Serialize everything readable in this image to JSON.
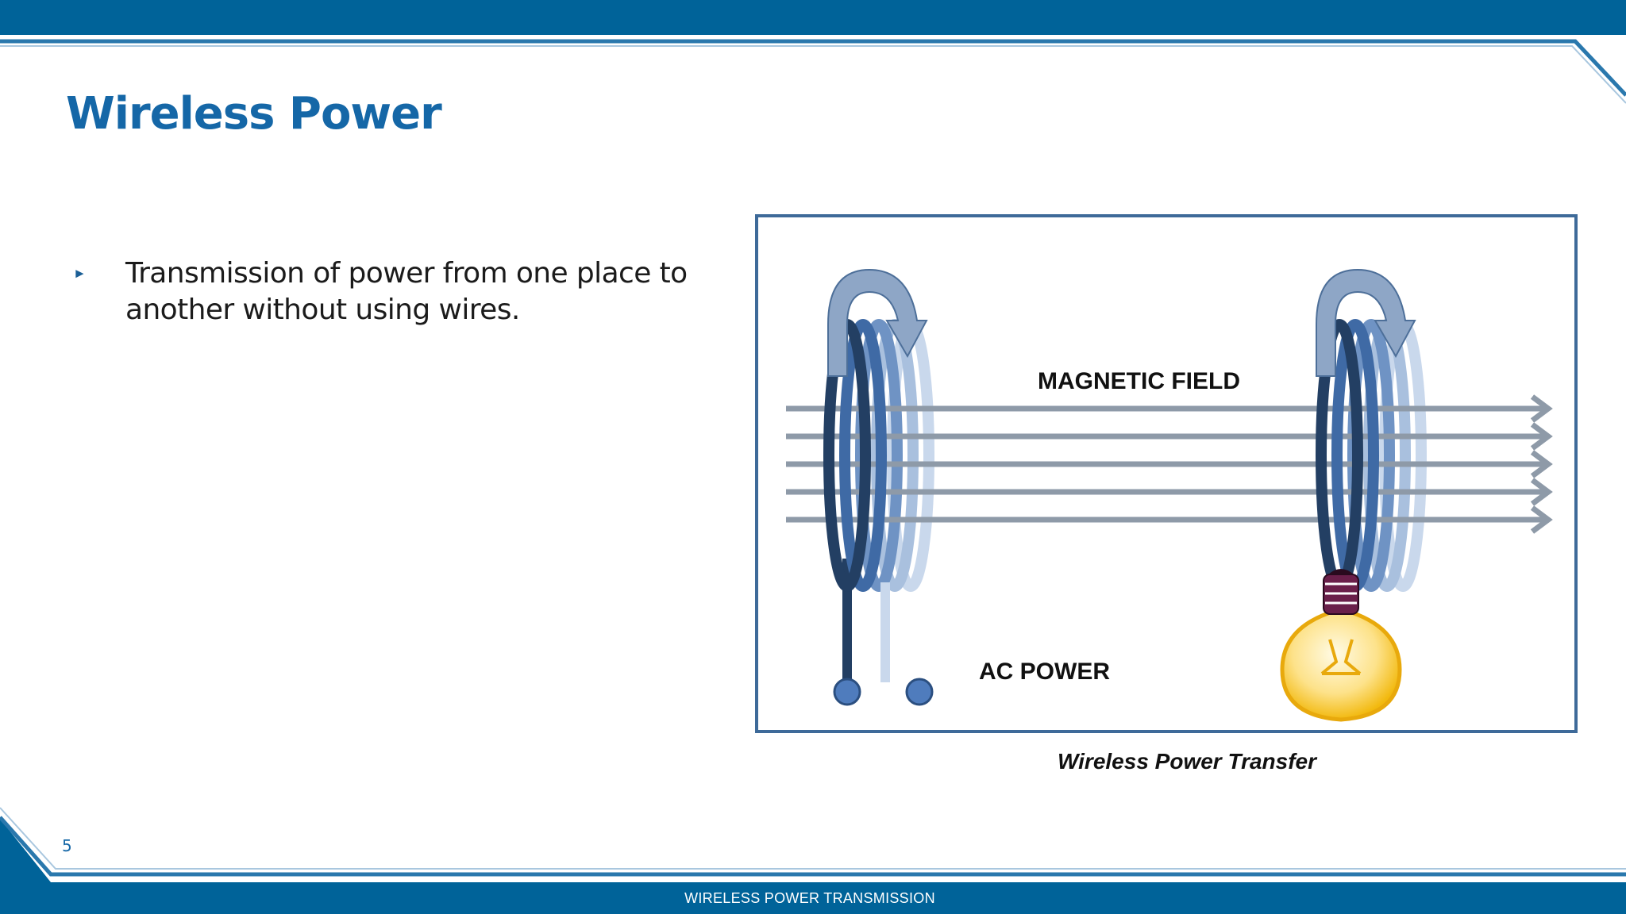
{
  "slide": {
    "title": "Wireless Power",
    "bullets": [
      "Transmission of power from one place to another without using wires."
    ],
    "page_number": "5",
    "footer": "WIRELESS POWER TRANSMISSION"
  },
  "figure": {
    "label_field": "MAGNETIC FIELD",
    "label_power": "AC POWER",
    "caption": "Wireless Power Transfer"
  },
  "colors": {
    "band": "#006399",
    "title": "#1567a7",
    "frame_border": "#3e6a99",
    "coil_dark": "#233f63",
    "coil_mid": "#3f6aa5",
    "coil_light": "#a9c0de",
    "field_lines": "#8e9aa8",
    "bulb": "#f4c21f"
  },
  "icons": [
    "bullet-triangle-icon",
    "rotation-arrow-icon",
    "light-bulb-icon"
  ]
}
